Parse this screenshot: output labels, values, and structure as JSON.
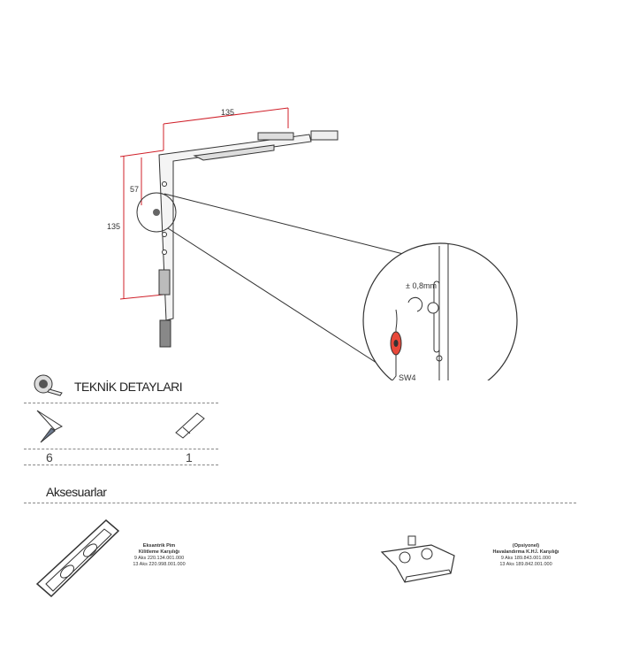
{
  "diagram": {
    "dim_width": "135",
    "dim_top": "57",
    "dim_height": "135",
    "adjust_label": "± 0,8mm",
    "tool_label": "SW4",
    "colors": {
      "dimension": "#d0202a",
      "tool": "#e8483a"
    }
  },
  "technical": {
    "title": "TEKNİK DETAYLARI",
    "items": [
      {
        "icon": "screw-icon",
        "qty": "6"
      },
      {
        "icon": "pin-icon",
        "qty": "1"
      }
    ]
  },
  "accessories": {
    "title": "Aksesuarlar",
    "items": [
      {
        "name1": "Eksantrik Pim",
        "name2": "Kilitleme Karşılığı",
        "code1": "9 Aks 220.134.001.000",
        "code2": "13 Aks 220.998.001.000"
      },
      {
        "name1": "(Opsiyonel)",
        "name2": "Havalandırma K.H.İ. Karşılığı",
        "code1": "9 Aks 189.843.001.000",
        "code2": "13 Aks 189.842.001.000"
      }
    ]
  }
}
